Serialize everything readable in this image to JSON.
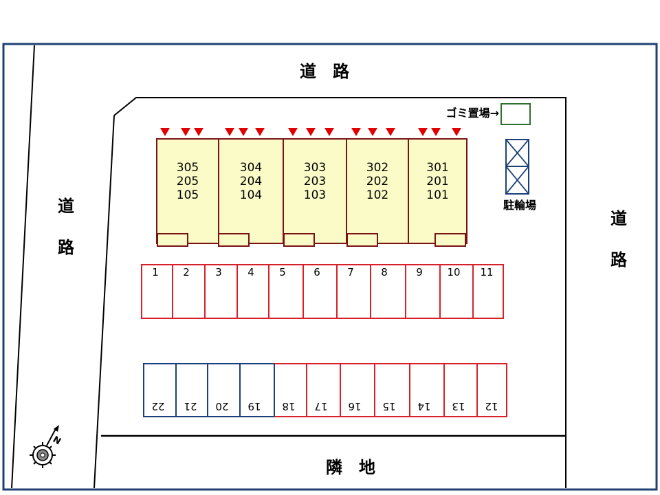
{
  "roads": {
    "top": "道　路",
    "left": [
      "道",
      "路"
    ],
    "right": [
      "道",
      "路"
    ],
    "bottom": "隣　地"
  },
  "facilities": {
    "garbage_label": "ゴミ置場→",
    "bicycle_label": "駐輪場"
  },
  "building": {
    "units": [
      {
        "floors": [
          "305",
          "205",
          "105"
        ],
        "entrances": 3
      },
      {
        "floors": [
          "304",
          "204",
          "104"
        ],
        "entrances": 3
      },
      {
        "floors": [
          "303",
          "203",
          "103"
        ],
        "entrances": 3
      },
      {
        "floors": [
          "302",
          "202",
          "102"
        ],
        "entrances": 3
      },
      {
        "floors": [
          "301",
          "201",
          "101"
        ],
        "entrances": 3
      }
    ]
  },
  "parking": {
    "row_top": [
      "1",
      "2",
      "3",
      "4",
      "5",
      "6",
      "7",
      "8",
      "9",
      "10",
      "11"
    ],
    "row_bottom": [
      {
        "label": "22",
        "type": "blue"
      },
      {
        "label": "21",
        "type": "blue"
      },
      {
        "label": "20",
        "type": "blue"
      },
      {
        "label": "19",
        "type": "blue"
      },
      {
        "label": "18",
        "type": "red"
      },
      {
        "label": "17",
        "type": "red"
      },
      {
        "label": "16",
        "type": "red"
      },
      {
        "label": "15",
        "type": "red"
      },
      {
        "label": "14",
        "type": "red"
      },
      {
        "label": "13",
        "type": "red"
      },
      {
        "label": "12",
        "type": "red"
      }
    ]
  },
  "compass": {
    "label": "N"
  },
  "colors": {
    "frame": "#1f3f73",
    "building_fill": "#fbfbc8",
    "building_stroke": "#7a1414",
    "arrow": "#e00000",
    "parking_red": "#d8202a",
    "parking_blue": "#1c3f7a",
    "garbage_box": "#2f6f2f",
    "bicycle": "#1c3f7a"
  }
}
